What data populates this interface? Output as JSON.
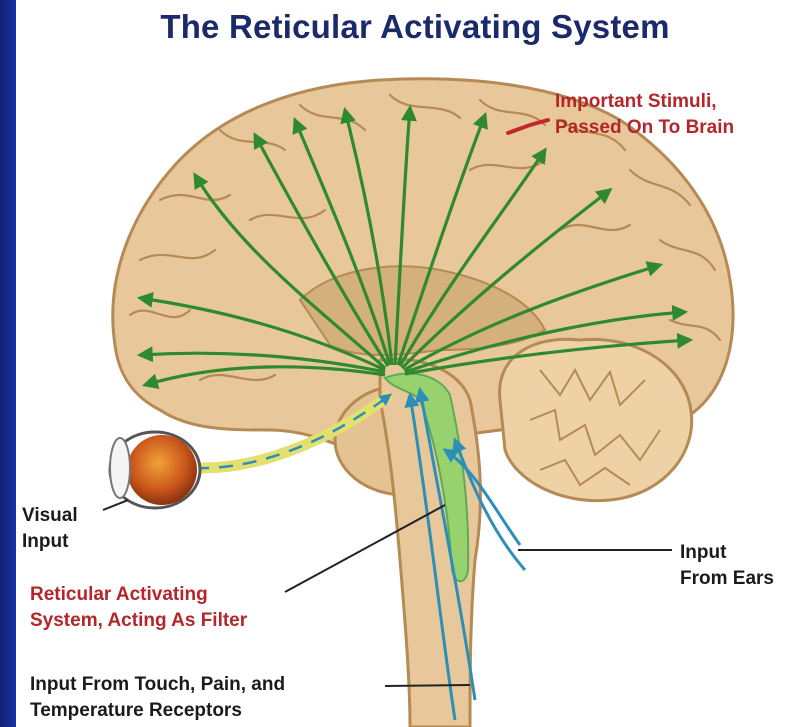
{
  "title": "The Reticular Activating System",
  "labels": {
    "important_stimuli": [
      "Important Stimuli,",
      "Passed On To Brain"
    ],
    "visual_input": [
      "Visual",
      "Input"
    ],
    "ras": [
      "Reticular Activating",
      "System, Acting As Filter"
    ],
    "touch_input": [
      "Input From Touch, Pain, and",
      "Temperature Receptors"
    ],
    "ears_input": [
      "Input",
      "From Ears"
    ]
  },
  "colors": {
    "background": "#1a2a8a",
    "title": "#1b2a6b",
    "label_red": "#b3262a",
    "brain": "#e8c89a",
    "arrows": "#2f8a2f",
    "nerves": "#2d8fb8"
  }
}
